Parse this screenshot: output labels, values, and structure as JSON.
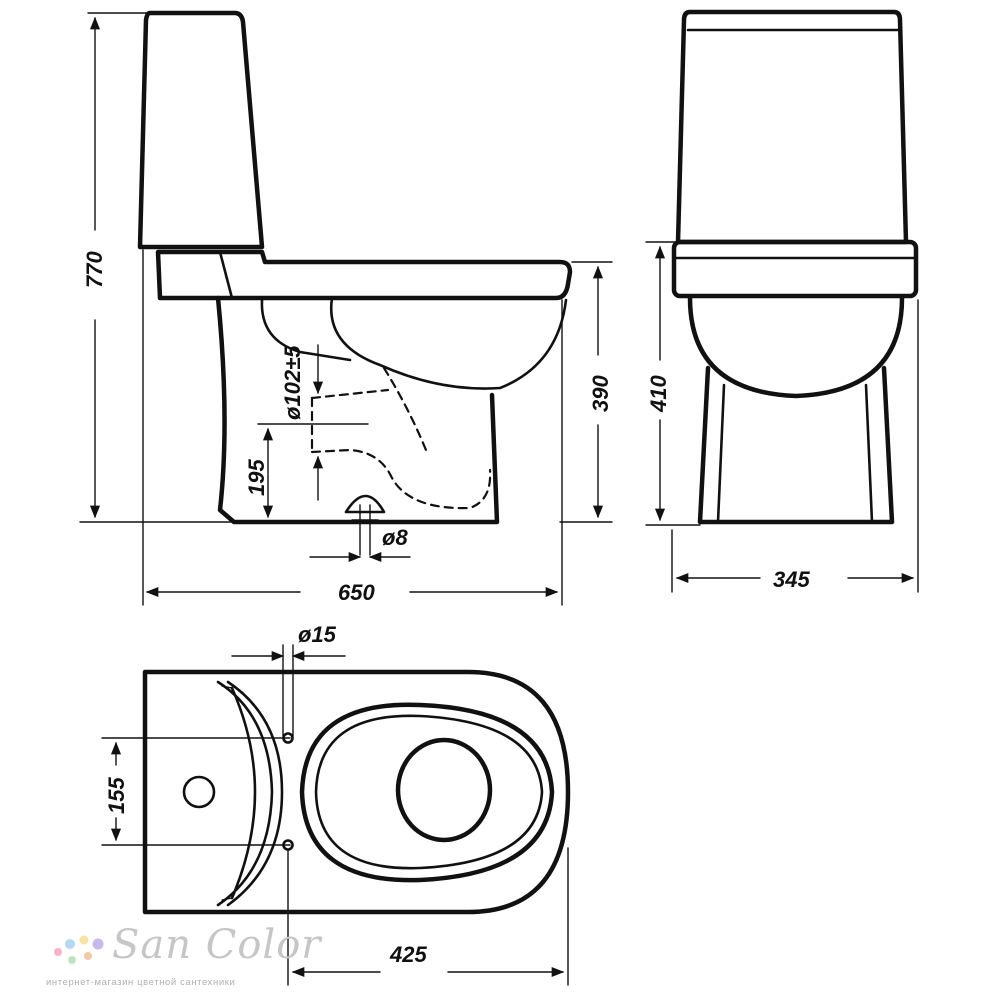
{
  "dimensions": {
    "height_total": "770",
    "bowl_height": "390",
    "front_height": "410",
    "drain_height": "195",
    "outlet_diameter": "ø102±5",
    "side_length": "650",
    "fixing_hole": "ø8",
    "front_width": "345",
    "top_hole": "ø15",
    "hole_spacing": "155",
    "plan_depth": "425"
  },
  "watermark": {
    "brand": "San Color",
    "tagline": "интернет-магазин цветной сантехники",
    "dot_colors": [
      "#f4b3c8",
      "#b6d7f2",
      "#f6e3a3",
      "#c9b9ea",
      "#bfe6c2",
      "#f3c9a8"
    ]
  }
}
